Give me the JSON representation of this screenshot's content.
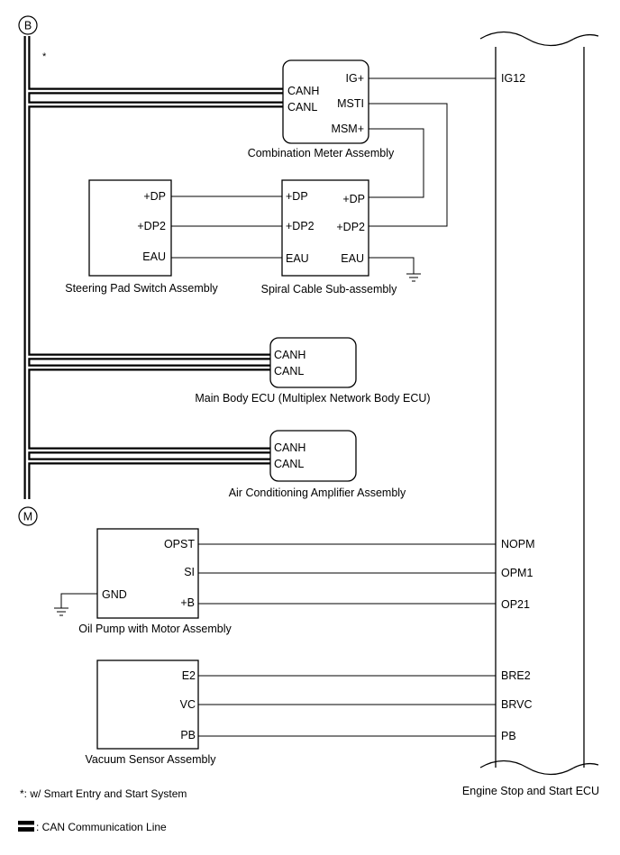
{
  "connectors": {
    "top": "B",
    "bottom": "M"
  },
  "asterisk": "*",
  "ecu": {
    "name": "Engine Stop and Start ECU",
    "pins": [
      "IG12",
      "NOPM",
      "OPM1",
      "OP21",
      "BRE2",
      "BRVC",
      "PB"
    ]
  },
  "combination_meter": {
    "name": "Combination Meter Assembly",
    "pins": {
      "canh": "CANH",
      "canl": "CANL",
      "ig": "IG+",
      "msti": "MSTI",
      "msm": "MSM+"
    }
  },
  "steering_pad": {
    "name": "Steering Pad Switch Assembly",
    "pins": {
      "dp": "+DP",
      "dp2": "+DP2",
      "eau": "EAU"
    }
  },
  "spiral_cable": {
    "name": "Spiral Cable Sub-assembly",
    "pins": {
      "dp_l": "+DP",
      "dp2_l": "+DP2",
      "eau_l": "EAU",
      "dp_r": "+DP",
      "dp2_r": "+DP2",
      "eau_r": "EAU"
    }
  },
  "main_body_ecu": {
    "name": "Main Body ECU (Multiplex Network Body ECU)",
    "pins": {
      "canh": "CANH",
      "canl": "CANL"
    }
  },
  "ac_amplifier": {
    "name": "Air Conditioning Amplifier Assembly",
    "pins": {
      "canh": "CANH",
      "canl": "CANL"
    }
  },
  "oil_pump": {
    "name": "Oil Pump with Motor Assembly",
    "pins": {
      "opst": "OPST",
      "si": "SI",
      "b": "+B",
      "gnd": "GND"
    }
  },
  "vacuum_sensor": {
    "name": "Vacuum Sensor Assembly",
    "pins": {
      "e2": "E2",
      "vc": "VC",
      "pb": "PB"
    }
  },
  "footnotes": {
    "asterisk_note": "*: w/ Smart Entry and Start System",
    "can_legend": ": CAN Communication Line"
  }
}
